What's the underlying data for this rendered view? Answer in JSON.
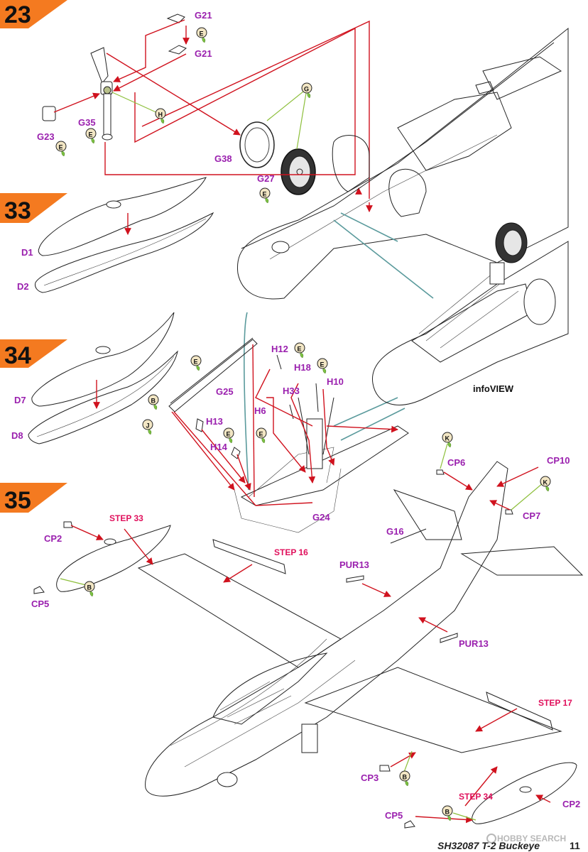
{
  "steps": [
    {
      "number": "23"
    },
    {
      "number": "33"
    },
    {
      "number": "34"
    },
    {
      "number": "35"
    }
  ],
  "part_labels": {
    "g21_top": "G21",
    "g21_bottom": "G21",
    "g23": "G23",
    "g35": "G35",
    "g38": "G38",
    "g27": "G27",
    "d1": "D1",
    "d2": "D2",
    "d7": "D7",
    "d8": "D8",
    "h12": "H12",
    "h18": "H18",
    "h10": "H10",
    "h33": "H33",
    "g25": "G25",
    "h6": "H6",
    "h13": "H13",
    "h14": "H14",
    "g24": "G24",
    "cp6": "CP6",
    "cp10": "CP10",
    "cp7": "CP7",
    "g16": "G16",
    "cp2_left": "CP2",
    "cp5_left": "CP5",
    "pur13_top": "PUR13",
    "pur13_bottom": "PUR13",
    "cp3": "CP3",
    "cp5_bottom": "CP5",
    "cp2_right": "CP2"
  },
  "info_view": "infoVIEW",
  "step_refs": {
    "step33": "STEP 33",
    "step16": "STEP 16",
    "step17": "STEP 17",
    "step34": "STEP 34"
  },
  "paint_codes": {
    "e": "E",
    "h": "H",
    "g": "G",
    "b": "B",
    "j": "J",
    "k": "K"
  },
  "footer": {
    "kit": "SH32087 T-2 Buckeye",
    "page": "11"
  },
  "watermark": "HOBBY SEARCH",
  "colors": {
    "step_flag": "#f47a20",
    "part_label": "#9a1fae",
    "step_reference": "#e0105c",
    "arrow": "#d0121e",
    "guide_line": "#5a9a9c",
    "paint_badge": "#f2e6c4",
    "paint_leader": "#8dbf3b"
  }
}
